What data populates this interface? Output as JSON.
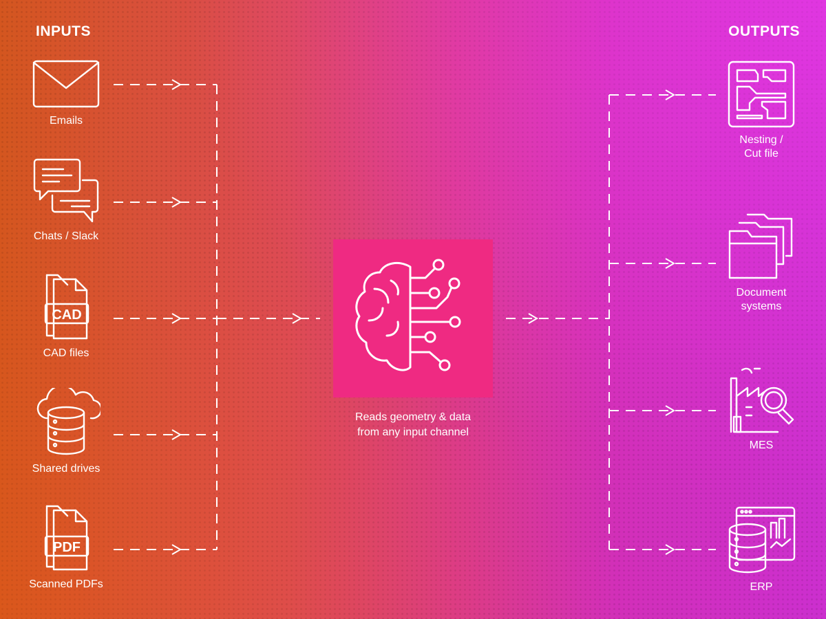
{
  "inputs_heading": "INPUTS",
  "outputs_heading": "OUTPUTS",
  "inputs": [
    {
      "label": "Emails",
      "icon": "envelope-icon"
    },
    {
      "label": "Chats / Slack",
      "icon": "chat-bubbles-icon"
    },
    {
      "label": "CAD files",
      "icon": "cad-file-icon",
      "badge": "CAD"
    },
    {
      "label": "Shared drives",
      "icon": "cloud-database-icon"
    },
    {
      "label": "Scanned PDFs",
      "icon": "pdf-file-icon",
      "badge": "PDF"
    }
  ],
  "hub": {
    "icon": "ai-brain-circuit-icon",
    "caption": "Reads geometry & data\nfrom any input channel",
    "color": "#ef2a82"
  },
  "outputs": [
    {
      "label": "Nesting /\nCut file",
      "icon": "nesting-layout-icon"
    },
    {
      "label": "Document\nsystems",
      "icon": "folders-icon"
    },
    {
      "label": "MES",
      "icon": "factory-search-icon"
    },
    {
      "label": "ERP",
      "icon": "database-dashboard-icon"
    }
  ],
  "colors": {
    "gradient_left": "#d4561f",
    "gradient_right": "#cc2fcf",
    "line": "#ffffff"
  }
}
